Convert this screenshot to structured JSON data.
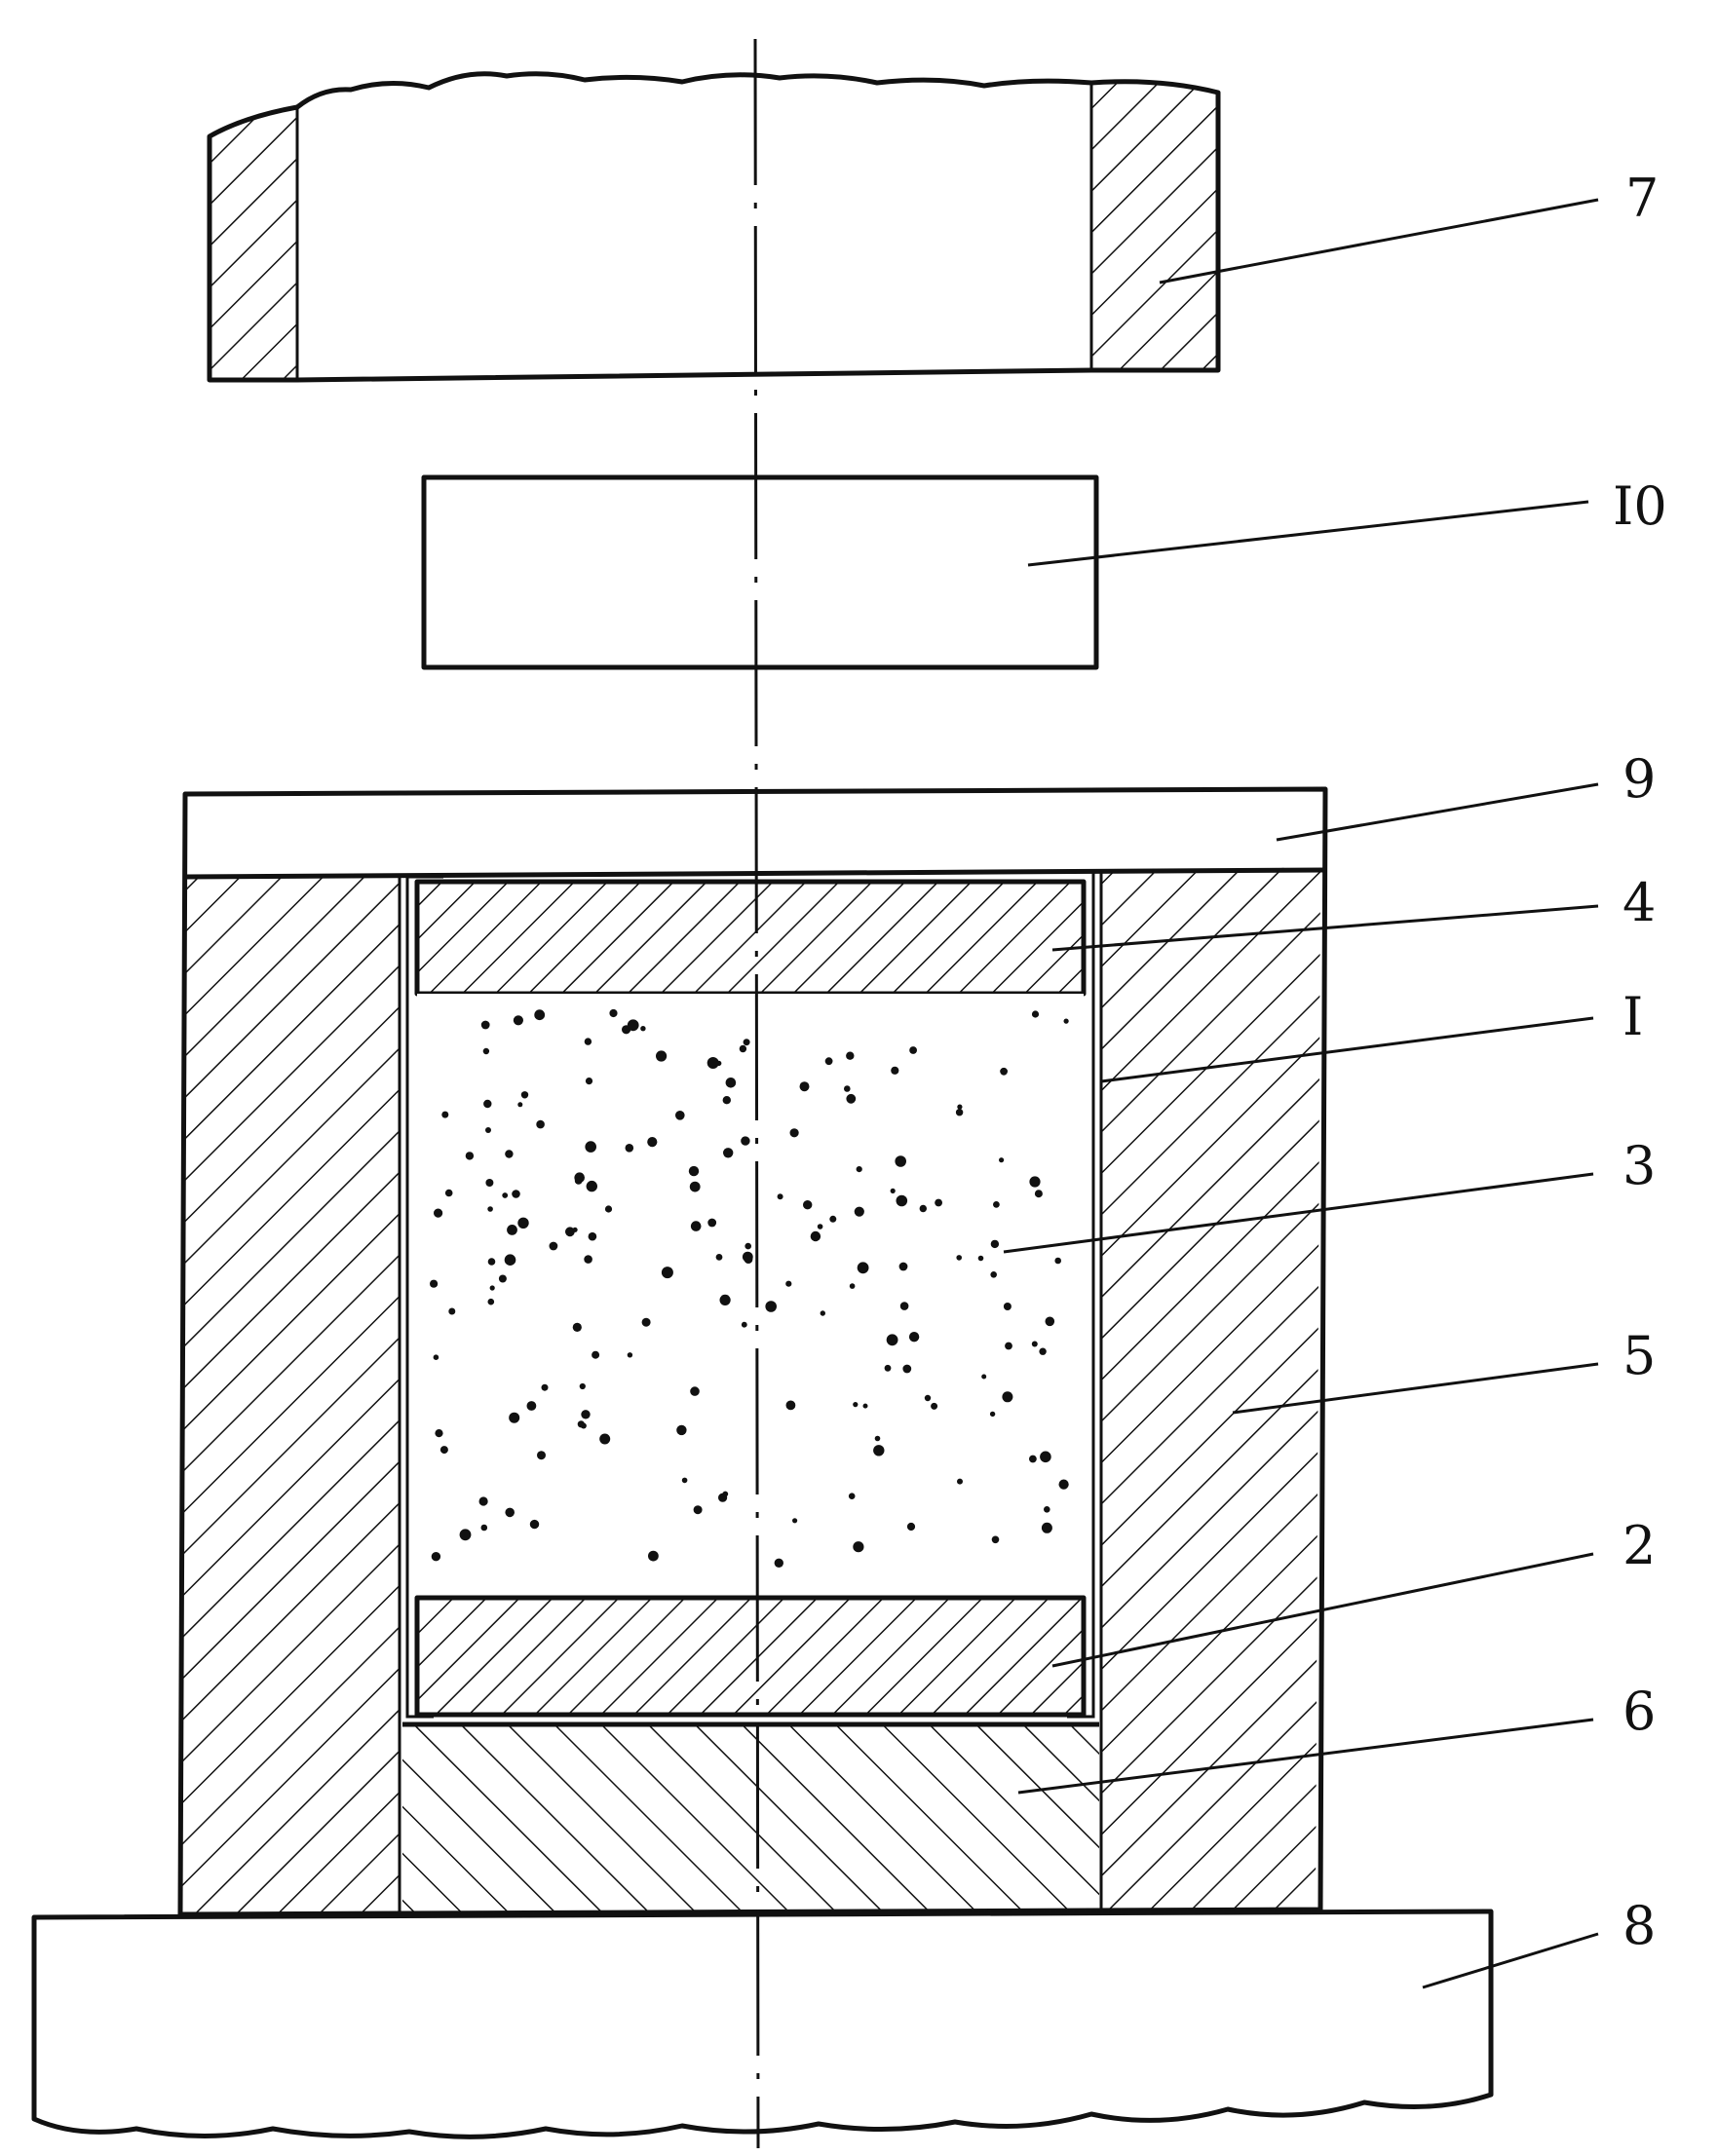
{
  "labels": {
    "punch": "7",
    "spacer": "I0",
    "die_top_gap": "9",
    "upper_plug": "4",
    "shell": "I",
    "powder_fill": "3",
    "die_wall": "5",
    "lower_plug": "2",
    "support_block": "6",
    "base_plate": "8"
  }
}
